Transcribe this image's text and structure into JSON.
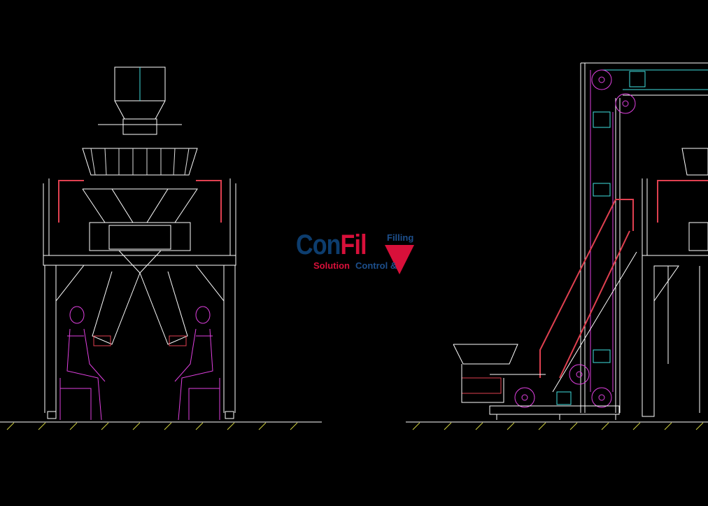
{
  "logo": {
    "brand_part1": "Con",
    "brand_part2": "Fil",
    "tag_filling": "Filling",
    "tag_solution": "Solution",
    "tag_control": "Control &"
  },
  "colors": {
    "background": "#000000",
    "lines": "#ffffff",
    "operators": "#e040e0",
    "rails": "#e04050",
    "accent_cyan": "#40e0e0",
    "ground_hatch": "#e0e040"
  }
}
